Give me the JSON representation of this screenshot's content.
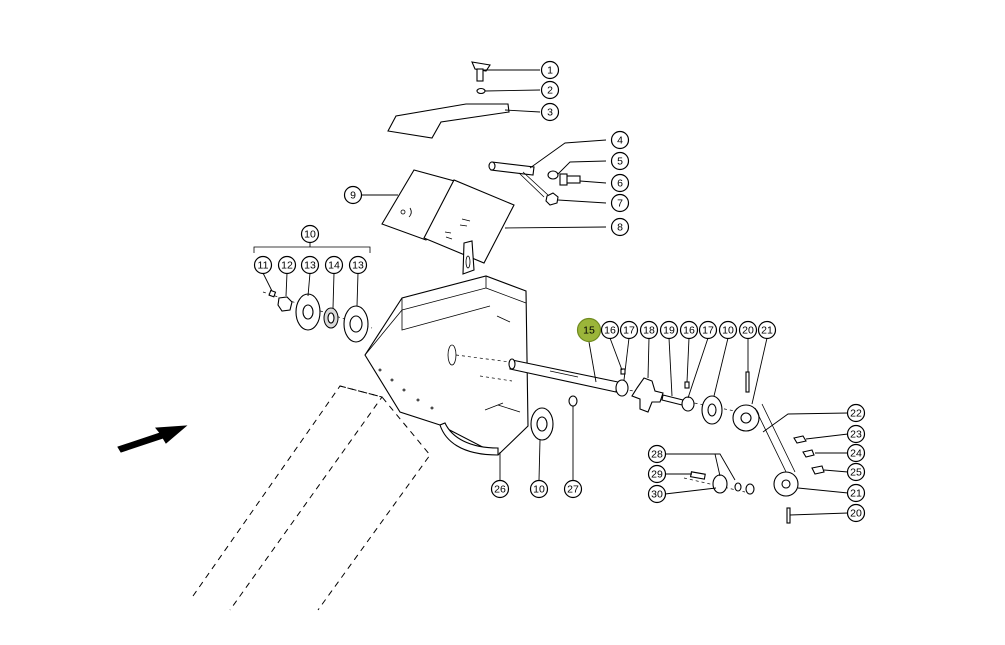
{
  "callouts": [
    {
      "id": "c1",
      "label": "1"
    },
    {
      "id": "c2",
      "label": "2"
    },
    {
      "id": "c3",
      "label": "3"
    },
    {
      "id": "c4",
      "label": "4"
    },
    {
      "id": "c5",
      "label": "5"
    },
    {
      "id": "c6",
      "label": "6"
    },
    {
      "id": "c7",
      "label": "7"
    },
    {
      "id": "c8",
      "label": "8"
    },
    {
      "id": "c9",
      "label": "9"
    },
    {
      "id": "c10a",
      "label": "10"
    },
    {
      "id": "c11",
      "label": "11"
    },
    {
      "id": "c12",
      "label": "12"
    },
    {
      "id": "c13a",
      "label": "13"
    },
    {
      "id": "c14",
      "label": "14"
    },
    {
      "id": "c13b",
      "label": "13"
    },
    {
      "id": "c15",
      "label": "15",
      "highlighted": true
    },
    {
      "id": "c16a",
      "label": "16"
    },
    {
      "id": "c17a",
      "label": "17"
    },
    {
      "id": "c18",
      "label": "18"
    },
    {
      "id": "c19",
      "label": "19"
    },
    {
      "id": "c16b",
      "label": "16"
    },
    {
      "id": "c17b",
      "label": "17"
    },
    {
      "id": "c10b",
      "label": "10"
    },
    {
      "id": "c20a",
      "label": "20"
    },
    {
      "id": "c21a",
      "label": "21"
    },
    {
      "id": "c22",
      "label": "22"
    },
    {
      "id": "c23",
      "label": "23"
    },
    {
      "id": "c24",
      "label": "24"
    },
    {
      "id": "c25",
      "label": "25"
    },
    {
      "id": "c21b",
      "label": "21"
    },
    {
      "id": "c20b",
      "label": "20"
    },
    {
      "id": "c28",
      "label": "28"
    },
    {
      "id": "c29",
      "label": "29"
    },
    {
      "id": "c30",
      "label": "30"
    },
    {
      "id": "c26",
      "label": "26"
    },
    {
      "id": "c10c",
      "label": "10"
    },
    {
      "id": "c27",
      "label": "27"
    }
  ],
  "colors": {
    "highlight": "#9bb53a",
    "ink": "#000000",
    "background": "#ffffff"
  }
}
